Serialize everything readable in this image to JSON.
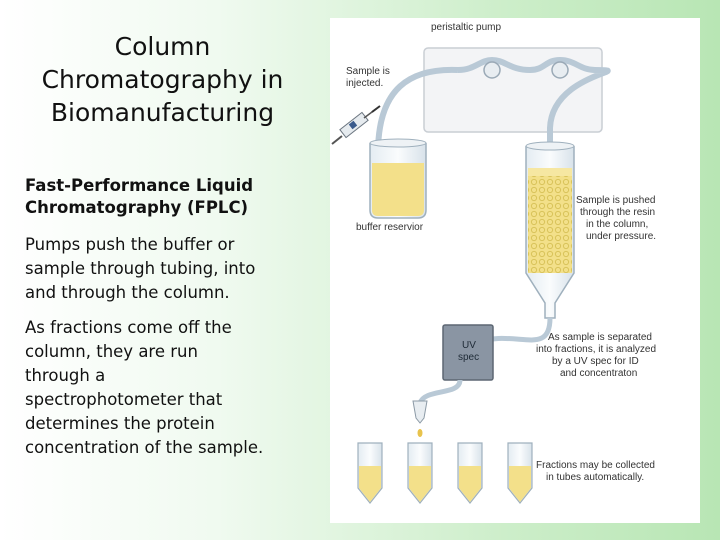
{
  "slide": {
    "title": [
      "Column",
      "Chromatography in",
      "Biomanufacturing"
    ],
    "subtitle": [
      "Fast-Performance Liquid",
      "Chromatography (FPLC)"
    ],
    "para1": [
      "Pumps push the buffer or",
      "sample through tubing, into",
      "and through the column."
    ],
    "para2": [
      "As fractions come off the",
      "column, they are run",
      "through a",
      "spectrophotometer that",
      "determines the protein",
      "concentration of the sample."
    ]
  },
  "figure": {
    "pump_label": "peristaltic pump",
    "sample_label": [
      "Sample is",
      "injected."
    ],
    "reservoir_label": "buffer reservior",
    "column_label": [
      "Sample is pushed",
      "through the resin",
      "in the column,",
      "under pressure."
    ],
    "uv_label": [
      "UV",
      "spec"
    ],
    "separation_label": [
      "As sample is separated",
      "into fractions, it is analyzed",
      "by a UV spec for ID",
      "and concentraton"
    ],
    "fraction_label": [
      "Fractions may be collected",
      "in tubes automatically."
    ]
  },
  "colors": {
    "liquid": "#f3e08a",
    "tubing": "#b9c9d6",
    "background_green": "#b8e6b4"
  }
}
